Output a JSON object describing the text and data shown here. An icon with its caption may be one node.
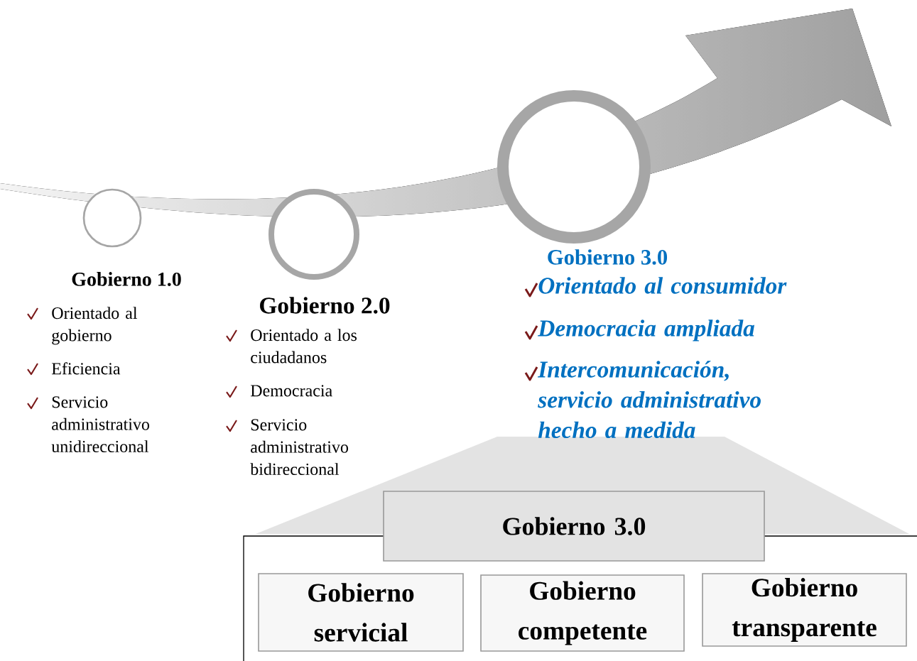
{
  "diagram": {
    "nodes": [
      {
        "text": [
          "Gobierno 3.0"
        ]
      },
      {
        "text": [
          "Gobierno servicial"
        ]
      },
      {
        "text": [
          "Gobierno competente"
        ]
      },
      {
        "text": [
          "Gobierno transparente"
        ]
      }
    ],
    "labels": [
      "Gobierno 1.0",
      "Orientado al gobierno",
      "Eficiencia",
      "Servicio administrativo unidireccional",
      "Gobierno 2.0",
      "Orientado a los ciudadanos",
      "Democracia",
      "Servicio administrativo bidireccional",
      "Gobierno 3.0",
      "Orientado al consumidor",
      "Democracia ampliada",
      "Intercomunicación, servicio administrativo hecho a medida"
    ]
  }
}
